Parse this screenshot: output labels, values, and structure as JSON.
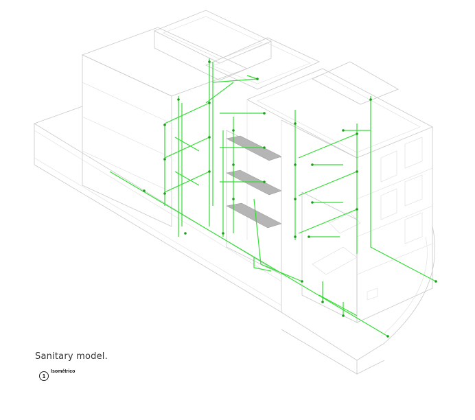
{
  "caption": "Sanitary model.",
  "view": {
    "number": "1",
    "name": "Isométrico"
  },
  "colors": {
    "pipe": "#33dd33",
    "outline": "#c8c8c8",
    "fitting": "#1a9e1a"
  }
}
